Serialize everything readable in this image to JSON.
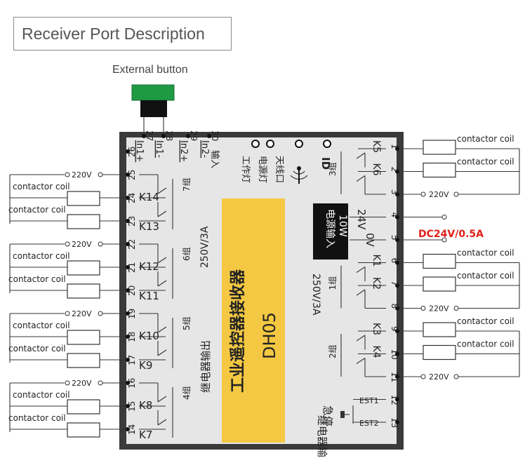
{
  "title": "Receiver Port Description",
  "external_button_label": "External button",
  "device": {
    "name_cn": "工业遥控器接收器",
    "model": "DH05",
    "relay_output_cn": "继电器输出",
    "rating": "250V/3A",
    "power_input_cn": "电源输入",
    "power_watts": "10W",
    "v24": "24V",
    "v0": "0V",
    "supply": "DC24V/0.5A",
    "estop_cn": "急停",
    "est1": "EST1",
    "est2": "EST2",
    "id": "ID",
    "indicators": [
      "工作灯",
      "电源灯",
      "天线口"
    ]
  },
  "top_terminals": [
    {
      "num": "27",
      "label": "In1+"
    },
    {
      "num": "28",
      "label": "In1-"
    },
    {
      "num": "29",
      "label": "In2+"
    },
    {
      "num": "30",
      "label": "In2-",
      "extra": "输入"
    }
  ],
  "left_terminals": [
    "26",
    "25",
    "24",
    "23",
    "22",
    "21",
    "20",
    "19",
    "18",
    "17",
    "16",
    "15",
    "14"
  ],
  "right_terminals": [
    "1",
    "2",
    "3",
    "4",
    "5",
    "6",
    "7",
    "8",
    "9",
    "10",
    "11",
    "12",
    "13"
  ],
  "left_groups": [
    {
      "group": "7组",
      "relays": [
        "K14",
        "K13"
      ]
    },
    {
      "group": "6组",
      "relays": [
        "K12",
        "K11"
      ]
    },
    {
      "group": "5组",
      "relays": [
        "K10",
        "K9"
      ]
    },
    {
      "group": "4组",
      "relays": [
        "K8",
        "K7"
      ]
    }
  ],
  "right_groups": [
    {
      "group": "3组",
      "relays": [
        "K5",
        "K6"
      ]
    },
    {
      "group": "1组",
      "relays": [
        "K1",
        "K2"
      ]
    },
    {
      "group": "2组",
      "relays": [
        "K3",
        "K4"
      ]
    }
  ],
  "coil_label": "contactor coil",
  "ac_label": "220V"
}
